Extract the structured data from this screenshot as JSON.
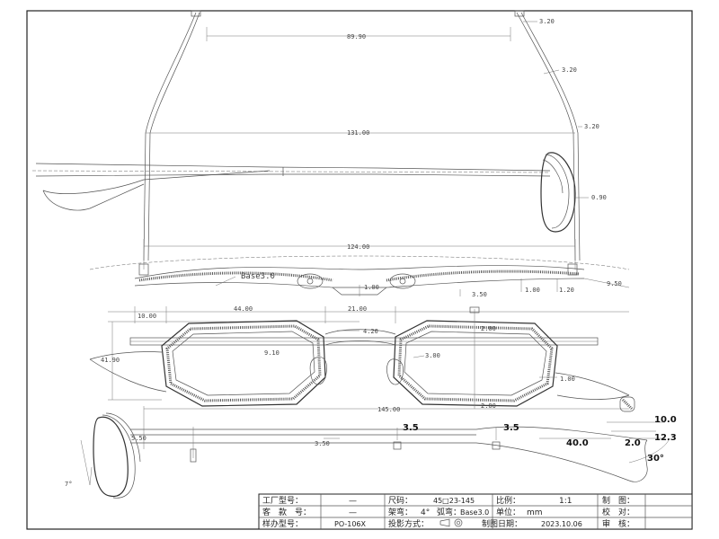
{
  "dimensions": {
    "temple_gap": "89.90",
    "temple_thick_top": "3.20",
    "temple_thick_mid": "3.20",
    "temple_thick_low": "3.20",
    "temple_length": "131.00",
    "side_width": "0.90",
    "total_span": "124.00",
    "bridge_drop": "1.00",
    "pad_height": "3.50",
    "hinge_a": "1.00",
    "hinge_b": "1.20",
    "hinge_c": "9.50",
    "base_curve_label": "Base3.0",
    "end_piece": "10.00",
    "lens_width": "44.00",
    "bridge_width": "21.00",
    "top_rim": "2.00",
    "bridge_height": "4.20",
    "lens_height": "41.90",
    "pad_offset": "9.10",
    "pad_depth": "3.00",
    "rim_side": "1.00",
    "bottom_rim": "2.00",
    "front_length": "145.00",
    "temple_tip": "10.0",
    "screw_a": "3.5",
    "screw_b": "3.5",
    "tip_length": "40.0",
    "tip_width": "2.0",
    "tip_end": "12.3",
    "tip_angle": "30°",
    "side_depth": "5.50",
    "screw_pos": "3.50",
    "pantoscopic": "7°"
  },
  "title_block": {
    "row1": {
      "factory_label": "工厂型号：",
      "factory_value": "—",
      "size_label": "尺码：",
      "size_value": "45□23-145",
      "scale_label": "比例：",
      "scale_value": "1:1",
      "drawn_label": "制　图：",
      "drawn_value": ""
    },
    "row2": {
      "client_label": "客　款　号：",
      "client_value": "—",
      "bend_label": "架弯：",
      "bend_value": "4°",
      "curve_label": "弧弯：",
      "curve_value": "Base3.0",
      "unit_label": "单位：",
      "unit_value": "mm",
      "check_label": "校　对：",
      "check_value": ""
    },
    "row3": {
      "sample_label": "样办型号：",
      "sample_value": "PO-106X",
      "projection_label": "投影方式：",
      "date_label": "制图日期：",
      "date_value": "2023.10.06",
      "review_label": "审　核：",
      "review_value": ""
    }
  }
}
